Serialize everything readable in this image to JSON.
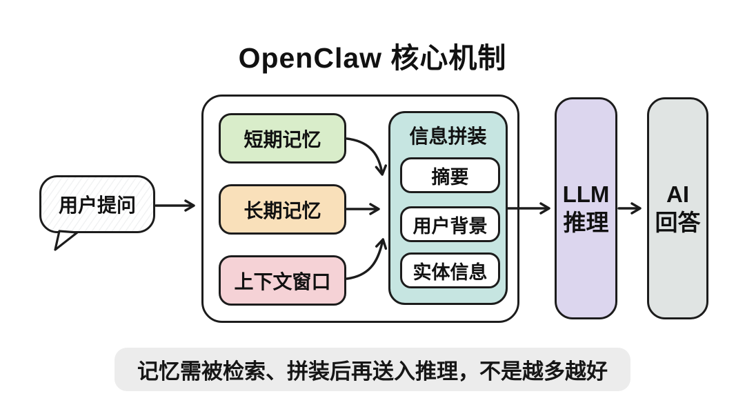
{
  "title": "OpenClaw 核心机制",
  "bubble": {
    "label": "用户提问"
  },
  "memory_boxes": [
    {
      "label": "短期记忆",
      "color": "#d9edca"
    },
    {
      "label": "长期记忆",
      "color": "#f9e0ba"
    },
    {
      "label": "上下文窗口",
      "color": "#f5d2d6"
    }
  ],
  "assembly": {
    "title": "信息拼装",
    "items": [
      "摘要",
      "用户背景",
      "实体信息"
    ],
    "color": "#c6e5e1"
  },
  "llm": {
    "line1": "LLM",
    "line2": "推理",
    "color": "#dcd6ee"
  },
  "ai": {
    "line1": "AI",
    "line2": "回答",
    "color": "#e0e4e3"
  },
  "caption": {
    "text": "记忆需被检索、拼装后再送入推理，不是越多越好",
    "color": "#ececec"
  },
  "colors": {
    "border": "#1c1c1c",
    "background": "#ffffff"
  }
}
